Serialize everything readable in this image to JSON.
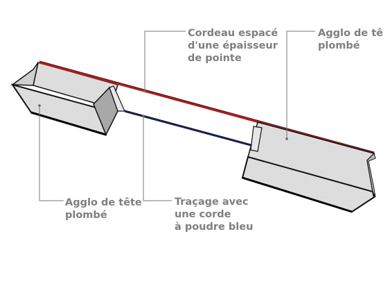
{
  "labels": {
    "cordeau": [
      "Cordeau espacé",
      "d'une épaisseur",
      "de pointe"
    ],
    "agglo_right": [
      "Agglo de tê",
      "plombé"
    ],
    "agglo_left": [
      "Agglo de tête",
      "plombé"
    ],
    "tracage": [
      "Traçage avec",
      "une corde",
      "à poudre bleu"
    ]
  },
  "colors": {
    "block_fill": "#dcdcdc",
    "block_end": "#a9a9a9",
    "cord_red": "#b01c1c",
    "cord_blue": "#1b1f4a",
    "leader": "#777777",
    "label_text": "#7f7f7f"
  }
}
